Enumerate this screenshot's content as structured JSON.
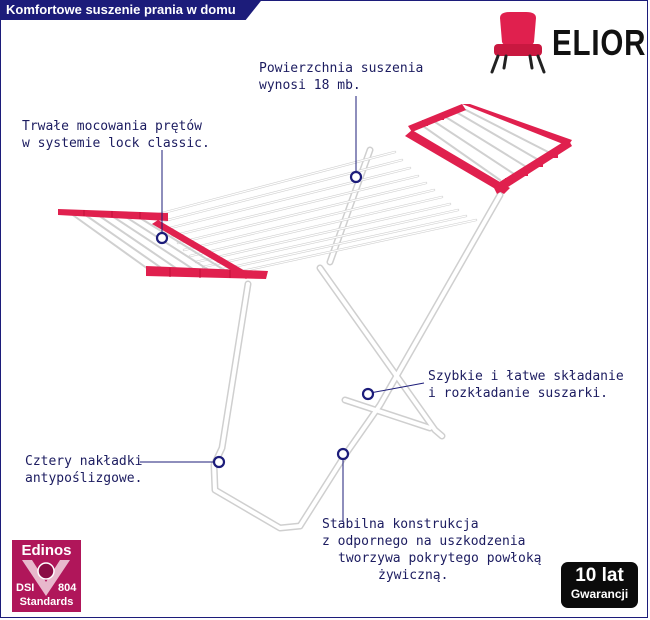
{
  "header": {
    "title": "Komfortowe suszenie prania w domu"
  },
  "brand": {
    "logo_text": "ELIOR",
    "logo_icon": "chair-icon",
    "accent_color": "#e0204e"
  },
  "callouts": {
    "surface": {
      "line1": "Powierzchnia suszenia",
      "line2": "wynosi 18 mb."
    },
    "lock": {
      "line1": "Trwałe mocowania prętów",
      "line2": "w systemie lock classic."
    },
    "folding": {
      "line1": "Szybkie i łatwe składanie",
      "line2": "i rozkładanie suszarki."
    },
    "feet": {
      "line1": "Cztery nakładki",
      "line2": "antypoślizgowe."
    },
    "construction": {
      "line1": "Stabilna konstrukcja",
      "line2": "z odpornego na uszkodzenia",
      "line3": "tworzywa pokrytego powłoką",
      "line4": "żywiczną."
    }
  },
  "badges": {
    "edinos": {
      "brand": "Edinos",
      "dsi": "DSI",
      "number": "804",
      "standards": "Standards",
      "color": "#b0165a"
    },
    "warranty": {
      "line1": "10 lat",
      "line2": "Gwarancji"
    }
  },
  "colors": {
    "navy": "#1c1c7a",
    "frame_white": "#f4f4f4"
  }
}
